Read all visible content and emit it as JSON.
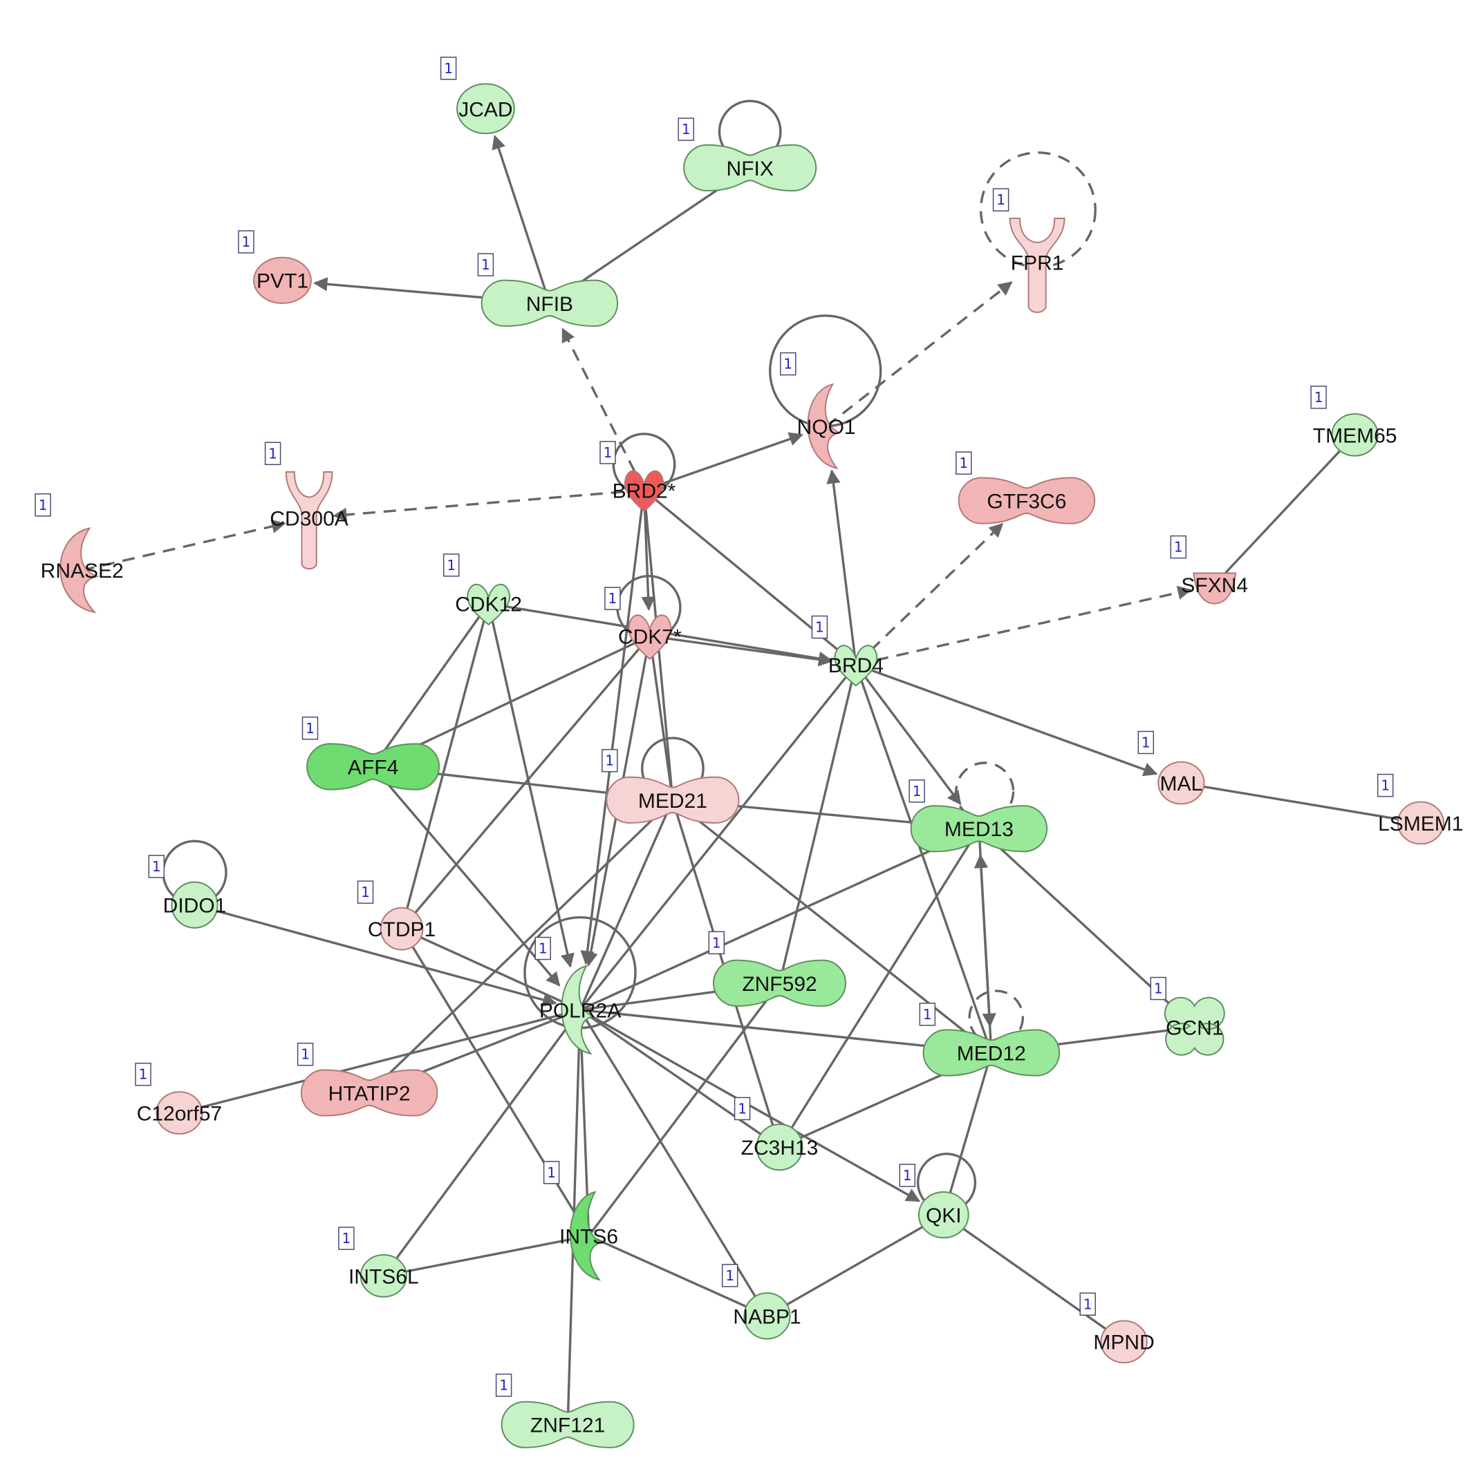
{
  "colors": {
    "up_light": "#f7d4d4",
    "up_mid": "#f2b5b5",
    "up_strong": "#ee5a5a",
    "down_light": "#c6f2c6",
    "down_mid": "#9ae89a",
    "down_strong": "#6fdc6f",
    "edge": "#666666",
    "count_text": "#2222cc"
  },
  "nodes": [
    {
      "id": "JCAD",
      "label": "JCAD",
      "count": "1",
      "shape": "circle",
      "color": "down_light"
    },
    {
      "id": "NFIX",
      "label": "NFIX",
      "count": "1",
      "shape": "peanut",
      "color": "down_light"
    },
    {
      "id": "FPR1",
      "label": "FPR1",
      "count": "1",
      "shape": "receptor",
      "color": "up_light"
    },
    {
      "id": "PVT1",
      "label": "PVT1",
      "count": "1",
      "shape": "circle",
      "color": "up_mid"
    },
    {
      "id": "NFIB",
      "label": "NFIB",
      "count": "1",
      "shape": "peanut",
      "color": "down_light"
    },
    {
      "id": "NQO1",
      "label": "NQO1",
      "count": "1",
      "shape": "enzyme",
      "color": "up_mid"
    },
    {
      "id": "TMEM65",
      "label": "TMEM65",
      "count": "1",
      "shape": "circle",
      "color": "down_light"
    },
    {
      "id": "RNASE2",
      "label": "RNASE2",
      "count": "1",
      "shape": "enzyme",
      "color": "up_mid"
    },
    {
      "id": "CD300A",
      "label": "CD300A",
      "count": "1",
      "shape": "receptor",
      "color": "up_light"
    },
    {
      "id": "BRD2",
      "label": "BRD2*",
      "count": "1",
      "shape": "kinase",
      "color": "up_strong"
    },
    {
      "id": "GTF3C6",
      "label": "GTF3C6",
      "count": "1",
      "shape": "peanut",
      "color": "up_mid"
    },
    {
      "id": "SFXN4",
      "label": "SFXN4",
      "count": "1",
      "shape": "transporter",
      "color": "up_mid"
    },
    {
      "id": "CDK12",
      "label": "CDK12",
      "count": "1",
      "shape": "kinase",
      "color": "down_light"
    },
    {
      "id": "CDK7",
      "label": "CDK7*",
      "count": "1",
      "shape": "kinase",
      "color": "up_mid"
    },
    {
      "id": "BRD4",
      "label": "BRD4",
      "count": "1",
      "shape": "kinase",
      "color": "down_light"
    },
    {
      "id": "AFF4",
      "label": "AFF4",
      "count": "1",
      "shape": "peanut",
      "color": "down_strong"
    },
    {
      "id": "MED21",
      "label": "MED21",
      "count": "1",
      "shape": "peanut",
      "color": "up_light"
    },
    {
      "id": "MAL",
      "label": "MAL",
      "count": "1",
      "shape": "circle",
      "color": "up_light"
    },
    {
      "id": "LSMEM1",
      "label": "LSMEM1",
      "count": "1",
      "shape": "circle",
      "color": "up_light"
    },
    {
      "id": "MED13",
      "label": "MED13",
      "count": "1",
      "shape": "peanut",
      "color": "down_mid"
    },
    {
      "id": "DIDO1",
      "label": "DIDO1",
      "count": "1",
      "shape": "circle",
      "color": "down_light"
    },
    {
      "id": "CTDP1",
      "label": "CTDP1",
      "count": "1",
      "shape": "circle",
      "color": "up_light"
    },
    {
      "id": "POLR2A",
      "label": "POLR2A",
      "count": "1",
      "shape": "enzyme",
      "color": "down_light"
    },
    {
      "id": "ZNF592",
      "label": "ZNF592",
      "count": "1",
      "shape": "peanut",
      "color": "down_mid"
    },
    {
      "id": "GCN1",
      "label": "GCN1",
      "count": "1",
      "shape": "clover",
      "color": "down_light"
    },
    {
      "id": "MED12",
      "label": "MED12",
      "count": "1",
      "shape": "peanut",
      "color": "down_mid"
    },
    {
      "id": "C12orf57",
      "label": "C12orf57",
      "count": "1",
      "shape": "circle",
      "color": "up_light"
    },
    {
      "id": "HTATIP2",
      "label": "HTATIP2",
      "count": "1",
      "shape": "peanut",
      "color": "up_mid"
    },
    {
      "id": "ZC3H13",
      "label": "ZC3H13",
      "count": "1",
      "shape": "circle",
      "color": "down_light"
    },
    {
      "id": "QKI",
      "label": "QKI",
      "count": "1",
      "shape": "circle",
      "color": "down_light"
    },
    {
      "id": "INTS6",
      "label": "INTS6",
      "count": "1",
      "shape": "enzyme",
      "color": "down_strong"
    },
    {
      "id": "INTS6L",
      "label": "INTS6L",
      "count": "1",
      "shape": "circle",
      "color": "down_light"
    },
    {
      "id": "NABP1",
      "label": "NABP1",
      "count": "1",
      "shape": "circle",
      "color": "down_light"
    },
    {
      "id": "MPND",
      "label": "MPND",
      "count": "1",
      "shape": "circle",
      "color": "up_light"
    },
    {
      "id": "ZNF121",
      "label": "ZNF121",
      "count": "1",
      "shape": "peanut",
      "color": "down_light"
    }
  ],
  "edges": [
    {
      "from": "NFIB",
      "to": "JCAD",
      "arrow": true,
      "dashed": false
    },
    {
      "from": "NFIB",
      "to": "NFIX",
      "arrow": false,
      "dashed": false
    },
    {
      "from": "NFIB",
      "to": "PVT1",
      "arrow": true,
      "dashed": false
    },
    {
      "from": "BRD2",
      "to": "NFIB",
      "arrow": true,
      "dashed": true
    },
    {
      "from": "BRD2",
      "to": "NQO1",
      "arrow": true,
      "dashed": false
    },
    {
      "from": "NQO1",
      "to": "FPR1",
      "arrow": true,
      "dashed": true
    },
    {
      "from": "BRD2",
      "to": "CD300A",
      "arrow": true,
      "dashed": true
    },
    {
      "from": "RNASE2",
      "to": "CD300A",
      "arrow": true,
      "dashed": true
    },
    {
      "from": "BRD2",
      "to": "CDK7",
      "arrow": true,
      "dashed": false
    },
    {
      "from": "BRD2",
      "to": "BRD4",
      "arrow": false,
      "dashed": false
    },
    {
      "from": "BRD2",
      "to": "POLR2A",
      "arrow": true,
      "dashed": false
    },
    {
      "from": "BRD2",
      "to": "MED21",
      "arrow": false,
      "dashed": false
    },
    {
      "from": "BRD4",
      "to": "NQO1",
      "arrow": true,
      "dashed": false
    },
    {
      "from": "BRD4",
      "to": "GTF3C6",
      "arrow": true,
      "dashed": true
    },
    {
      "from": "BRD4",
      "to": "SFXN4",
      "arrow": true,
      "dashed": true
    },
    {
      "from": "TMEM65",
      "to": "SFXN4",
      "arrow": false,
      "dashed": false
    },
    {
      "from": "CDK12",
      "to": "BRD4",
      "arrow": true,
      "dashed": false
    },
    {
      "from": "CDK7",
      "to": "BRD4",
      "arrow": true,
      "dashed": false
    },
    {
      "from": "BRD4",
      "to": "MAL",
      "arrow": true,
      "dashed": false
    },
    {
      "from": "MAL",
      "to": "LSMEM1",
      "arrow": false,
      "dashed": false
    },
    {
      "from": "BRD4",
      "to": "MED13",
      "arrow": true,
      "dashed": false
    },
    {
      "from": "BRD4",
      "to": "MED12",
      "arrow": false,
      "dashed": false
    },
    {
      "from": "BRD4",
      "to": "POLR2A",
      "arrow": false,
      "dashed": false
    },
    {
      "from": "BRD4",
      "to": "ZNF592",
      "arrow": false,
      "dashed": false
    },
    {
      "from": "CDK12",
      "to": "AFF4",
      "arrow": false,
      "dashed": false
    },
    {
      "from": "CDK12",
      "to": "CTDP1",
      "arrow": false,
      "dashed": false
    },
    {
      "from": "CDK12",
      "to": "POLR2A",
      "arrow": true,
      "dashed": false
    },
    {
      "from": "CDK7",
      "to": "AFF4",
      "arrow": false,
      "dashed": false
    },
    {
      "from": "CDK7",
      "to": "CTDP1",
      "arrow": false,
      "dashed": false
    },
    {
      "from": "CDK7",
      "to": "POLR2A",
      "arrow": true,
      "dashed": false
    },
    {
      "from": "CDK7",
      "to": "MED21",
      "arrow": false,
      "dashed": false
    },
    {
      "from": "AFF4",
      "to": "MED21",
      "arrow": false,
      "dashed": false
    },
    {
      "from": "AFF4",
      "to": "POLR2A",
      "arrow": true,
      "dashed": false
    },
    {
      "from": "MED21",
      "to": "MED13",
      "arrow": false,
      "dashed": false
    },
    {
      "from": "MED21",
      "to": "MED12",
      "arrow": false,
      "dashed": false
    },
    {
      "from": "MED21",
      "to": "POLR2A",
      "arrow": false,
      "dashed": false
    },
    {
      "from": "MED21",
      "to": "ZC3H13",
      "arrow": false,
      "dashed": false
    },
    {
      "from": "MED21",
      "to": "HTATIP2",
      "arrow": false,
      "dashed": false
    },
    {
      "from": "DIDO1",
      "to": "POLR2A",
      "arrow": true,
      "dashed": false
    },
    {
      "from": "CTDP1",
      "to": "POLR2A",
      "arrow": false,
      "dashed": false
    },
    {
      "from": "CTDP1",
      "to": "INTS6",
      "arrow": false,
      "dashed": false
    },
    {
      "from": "POLR2A",
      "to": "ZNF592",
      "arrow": false,
      "dashed": false
    },
    {
      "from": "POLR2A",
      "to": "MED12",
      "arrow": false,
      "dashed": false
    },
    {
      "from": "POLR2A",
      "to": "MED13",
      "arrow": false,
      "dashed": false
    },
    {
      "from": "POLR2A",
      "to": "ZC3H13",
      "arrow": false,
      "dashed": false
    },
    {
      "from": "POLR2A",
      "to": "QKI",
      "arrow": true,
      "dashed": false
    },
    {
      "from": "POLR2A",
      "to": "INTS6",
      "arrow": false,
      "dashed": false
    },
    {
      "from": "POLR2A",
      "to": "INTS6L",
      "arrow": false,
      "dashed": false
    },
    {
      "from": "POLR2A",
      "to": "NABP1",
      "arrow": false,
      "dashed": false
    },
    {
      "from": "POLR2A",
      "to": "C12orf57",
      "arrow": false,
      "dashed": false
    },
    {
      "from": "POLR2A",
      "to": "HTATIP2",
      "arrow": false,
      "dashed": false
    },
    {
      "from": "POLR2A",
      "to": "ZNF121",
      "arrow": false,
      "dashed": false
    },
    {
      "from": "ZNF592",
      "to": "INTS6",
      "arrow": false,
      "dashed": false
    },
    {
      "from": "MED13",
      "to": "MED12",
      "arrow": true,
      "dashed": false
    },
    {
      "from": "MED12",
      "to": "MED13",
      "arrow": true,
      "dashed": false
    },
    {
      "from": "MED13",
      "to": "GCN1",
      "arrow": false,
      "dashed": false
    },
    {
      "from": "MED13",
      "to": "ZC3H13",
      "arrow": false,
      "dashed": false
    },
    {
      "from": "MED12",
      "to": "GCN1",
      "arrow": false,
      "dashed": false
    },
    {
      "from": "MED12",
      "to": "ZC3H13",
      "arrow": false,
      "dashed": false
    },
    {
      "from": "MED12",
      "to": "QKI",
      "arrow": false,
      "dashed": false
    },
    {
      "from": "QKI",
      "to": "NABP1",
      "arrow": false,
      "dashed": false
    },
    {
      "from": "QKI",
      "to": "MPND",
      "arrow": false,
      "dashed": false
    },
    {
      "from": "INTS6",
      "to": "INTS6L",
      "arrow": false,
      "dashed": false
    },
    {
      "from": "INTS6",
      "to": "NABP1",
      "arrow": false,
      "dashed": false
    }
  ],
  "self_loops": [
    {
      "node": "NFIX",
      "dashed": false
    },
    {
      "node": "FPR1",
      "dashed": true
    },
    {
      "node": "NQO1",
      "dashed": false
    },
    {
      "node": "BRD2",
      "dashed": false
    },
    {
      "node": "CDK7",
      "dashed": false
    },
    {
      "node": "MED21",
      "dashed": false
    },
    {
      "node": "MED13",
      "dashed": true
    },
    {
      "node": "MED12",
      "dashed": true
    },
    {
      "node": "DIDO1",
      "dashed": false
    },
    {
      "node": "POLR2A",
      "dashed": false
    },
    {
      "node": "QKI",
      "dashed": false
    }
  ]
}
